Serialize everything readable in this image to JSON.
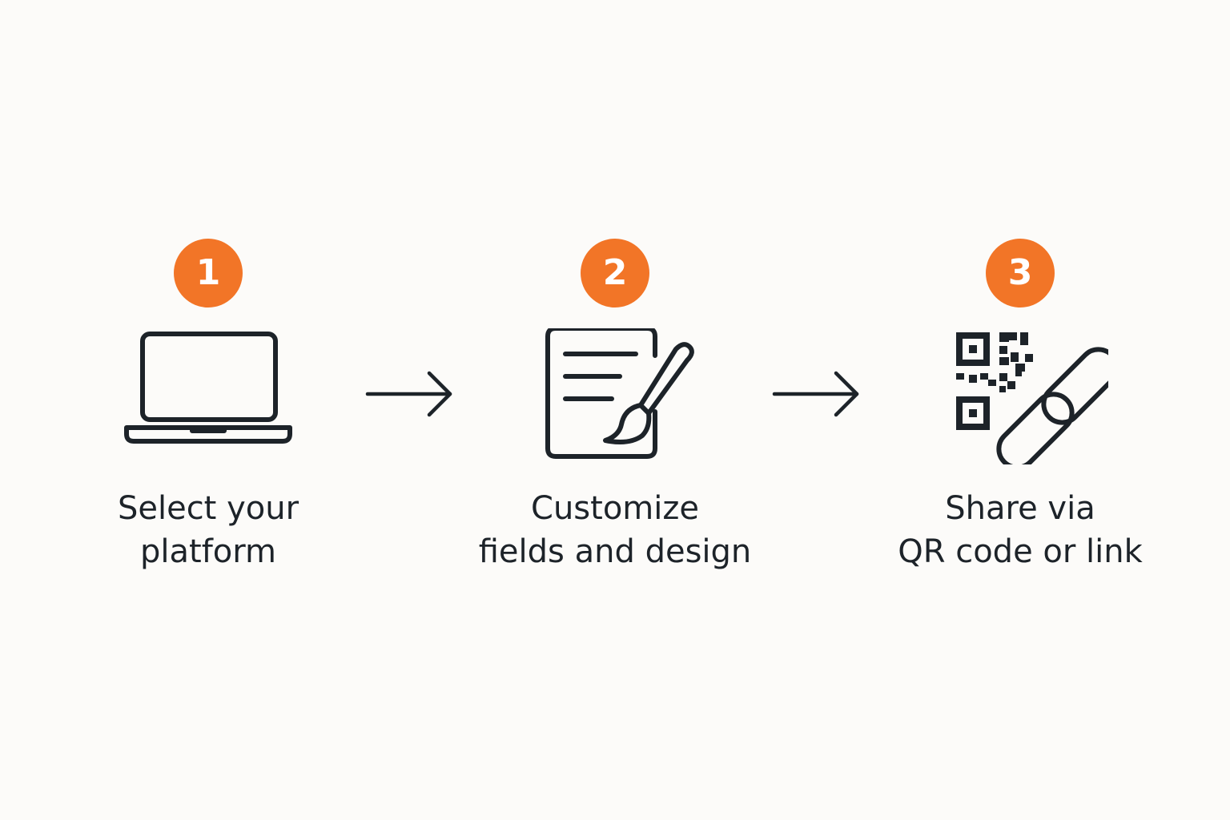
{
  "steps": [
    {
      "number": "1",
      "icon": "laptop-icon",
      "label_lines": [
        "Select your",
        "platform"
      ]
    },
    {
      "number": "2",
      "icon": "document-brush-icon",
      "label_lines": [
        "Customize",
        "fields and design"
      ]
    },
    {
      "number": "3",
      "icon": "qr-link-icon",
      "label_lines": [
        "Share via",
        "QR code or link"
      ]
    }
  ],
  "arrows": [
    "arrow-right-icon",
    "arrow-right-icon"
  ],
  "colors": {
    "accent": "#f27527",
    "ink": "#1d2329",
    "background": "#fcfbf9"
  }
}
